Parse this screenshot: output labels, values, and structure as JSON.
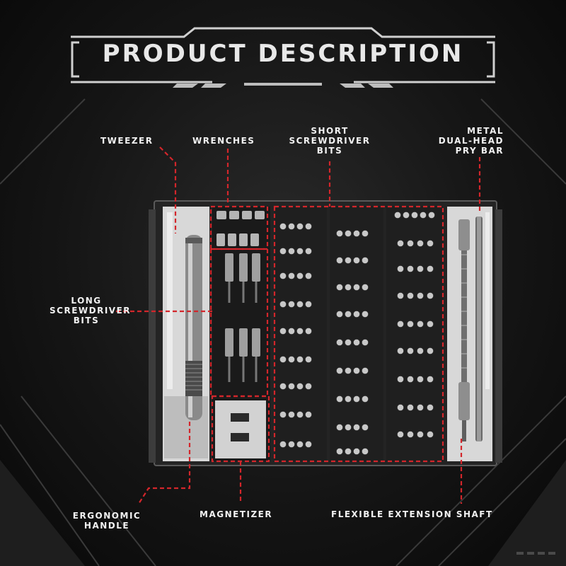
{
  "title": "PRODUCT DESCRIPTION",
  "labels": {
    "tweezer": "TWEEZER",
    "wrenches": "WRENCHES",
    "short_bits": "SHORT\nSCREWDRIVER\nBITS",
    "pry_bar": "METAL\nDUAL-HEAD\nPRY BAR",
    "long_bits": "LONG\nSCREWDRIVER\nBITS",
    "handle": "ERGONOMIC\nHANDLE",
    "magnetizer": "MAGNETIZER",
    "flex_shaft": "FLEXIBLE EXTENSION SHAFT"
  },
  "colors": {
    "accent_red": "#d3262b",
    "case_dark": "#2a2a2a",
    "case_light": "#d9d9d9",
    "metal": "#a8a8a8"
  },
  "icons": {
    "header_frame": "tech-bracket-frame",
    "bits": "screwdriver-bit-icon"
  }
}
